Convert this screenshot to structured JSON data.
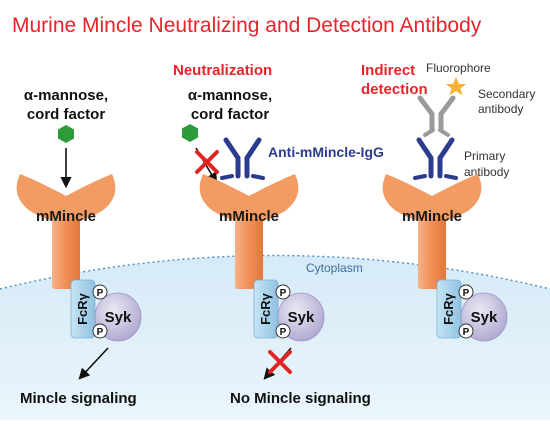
{
  "title": "Murine Mincle Neutralizing and Detection Antibody",
  "colors": {
    "title_red": "#e8232a",
    "heading_red": "#e8232a",
    "receptor_orange": "#f29b63",
    "antibody_navy": "#2b3c8e",
    "secondary_gray": "#9a9a9a",
    "ligand_green": "#2e9b3a",
    "fluorophore_gold": "#f5b335",
    "cross_red": "#e02424",
    "cytoplasm_blue": "#d7ecf8",
    "fcr_blue": "#a9d3ec",
    "syk_purple": "#c9c4e0"
  },
  "panels": {
    "left": {
      "ligand_label_line1": "α-mannose,",
      "ligand_label_line2": "cord factor",
      "receptor_label": "mMincle",
      "fcr_label": "FcRγ",
      "syk_label": "Syk",
      "p_label": "P",
      "outcome": "Mincle signaling"
    },
    "middle": {
      "heading": "Neutralization",
      "ligand_label_line1": "α-mannose,",
      "ligand_label_line2": "cord factor",
      "antibody_label": "Anti-mMincle-IgG",
      "receptor_label": "mMincle",
      "fcr_label": "FcRγ",
      "syk_label": "Syk",
      "p_label": "P",
      "outcome": "No Mincle signaling"
    },
    "right": {
      "heading_line1": "Indirect",
      "heading_line2": "detection",
      "fluorophore_label": "Fluorophore",
      "secondary_line1": "Secondary",
      "secondary_line2": "antibody",
      "primary_line1": "Primary",
      "primary_line2": "antibody",
      "receptor_label": "mMincle",
      "fcr_label": "FcRγ",
      "syk_label": "Syk",
      "p_label": "P"
    }
  },
  "cytoplasm_label": "Cytoplasm"
}
